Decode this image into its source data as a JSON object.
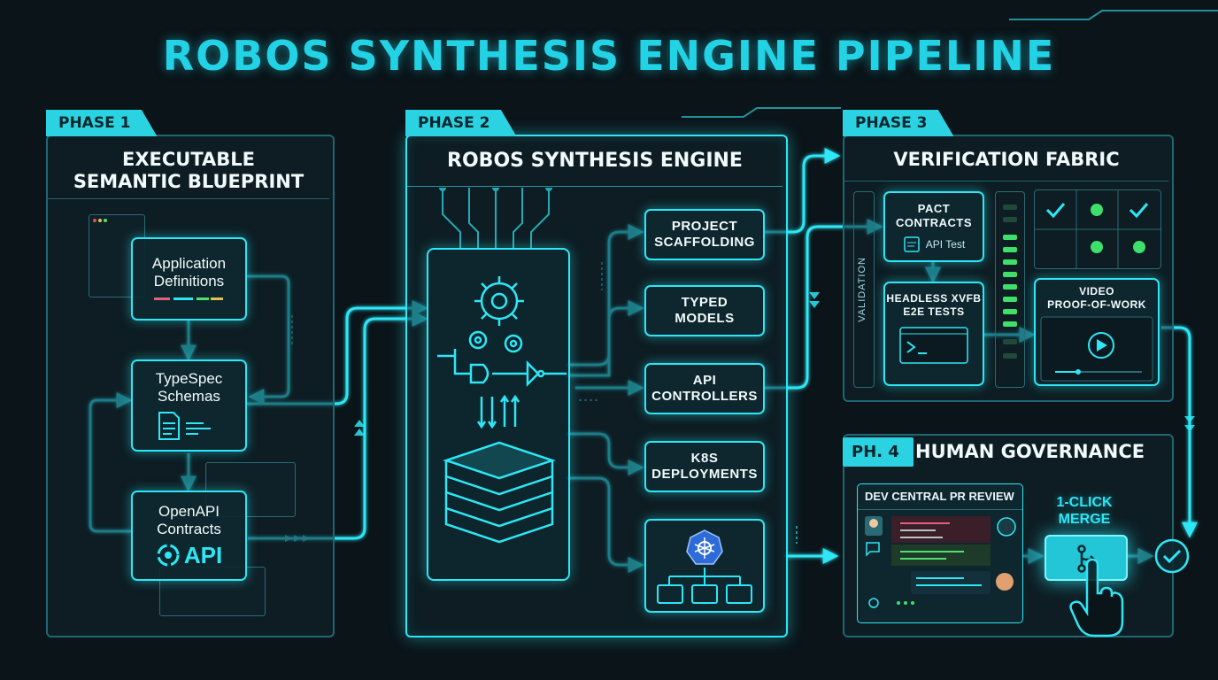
{
  "title": "ROBOS SYNTHESIS ENGINE PIPELINE",
  "phase1": {
    "tag": "PHASE 1",
    "title": "EXECUTABLE\nSEMANTIC BLUEPRINT",
    "app_defs": "Application\nDefinitions",
    "typespec": "TypeSpec\nSchemas",
    "openapi": "OpenAPI\nContracts",
    "api_label": "API"
  },
  "phase2": {
    "tag": "PHASE 2",
    "title": "ROBOS SYNTHESIS ENGINE",
    "outputs": [
      "PROJECT\nSCAFFOLDING",
      "TYPED\nMODELS",
      "API\nCONTROLLERS",
      "K8S\nDEPLOYMENTS"
    ]
  },
  "phase3": {
    "tag": "PHASE 3",
    "title": "VERIFICATION FABRIC",
    "validation": "VALIDATION",
    "pact": "PACT\nCONTRACTS",
    "api_test": "API Test",
    "headless": "HEADLESS XVFB\nE2E TESTS",
    "video": "VIDEO\nPROOF-OF-WORK"
  },
  "phase4": {
    "tag": "PH. 4",
    "title": "HUMAN GOVERNANCE",
    "review": "DEV CENTRAL PR REVIEW",
    "merge": "1-CLICK\nMERGE"
  },
  "colors": {
    "accent": "#2ee6f5",
    "title": "#22d3e6",
    "background": "#0a1419",
    "success": "#3ee06a"
  },
  "icons": [
    "gear-icon",
    "logic-gate-icon",
    "layer-stack-icon",
    "document-icon",
    "kubernetes-icon",
    "terminal-icon",
    "play-icon",
    "check-icon",
    "merge-icon",
    "pointer-hand-icon",
    "avatar-icon",
    "chat-icon",
    "settings-icon"
  ]
}
